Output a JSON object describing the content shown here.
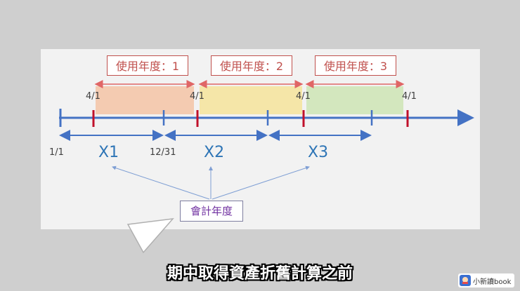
{
  "periods": [
    {
      "label": "使用年度：1"
    },
    {
      "label": "使用年度：2"
    },
    {
      "label": "使用年度：3"
    }
  ],
  "tick_labels": [
    "4/1",
    "4/1",
    "4/1",
    "4/1"
  ],
  "start_label": "1/1",
  "end_label": "12/31",
  "years": [
    "X1",
    "X2",
    "X3"
  ],
  "accounting_label": "會計年度",
  "subtitle": "期中取得資產折舊計算之前",
  "logo": {
    "text": "小新讀book",
    "icon": "book-character-icon"
  },
  "colors": {
    "red": "#c0504d",
    "blue": "#4472c4",
    "orange_fill": "#f4c7aa",
    "yellow_fill": "#f5e4a0",
    "green_fill": "#cfe6b8"
  }
}
